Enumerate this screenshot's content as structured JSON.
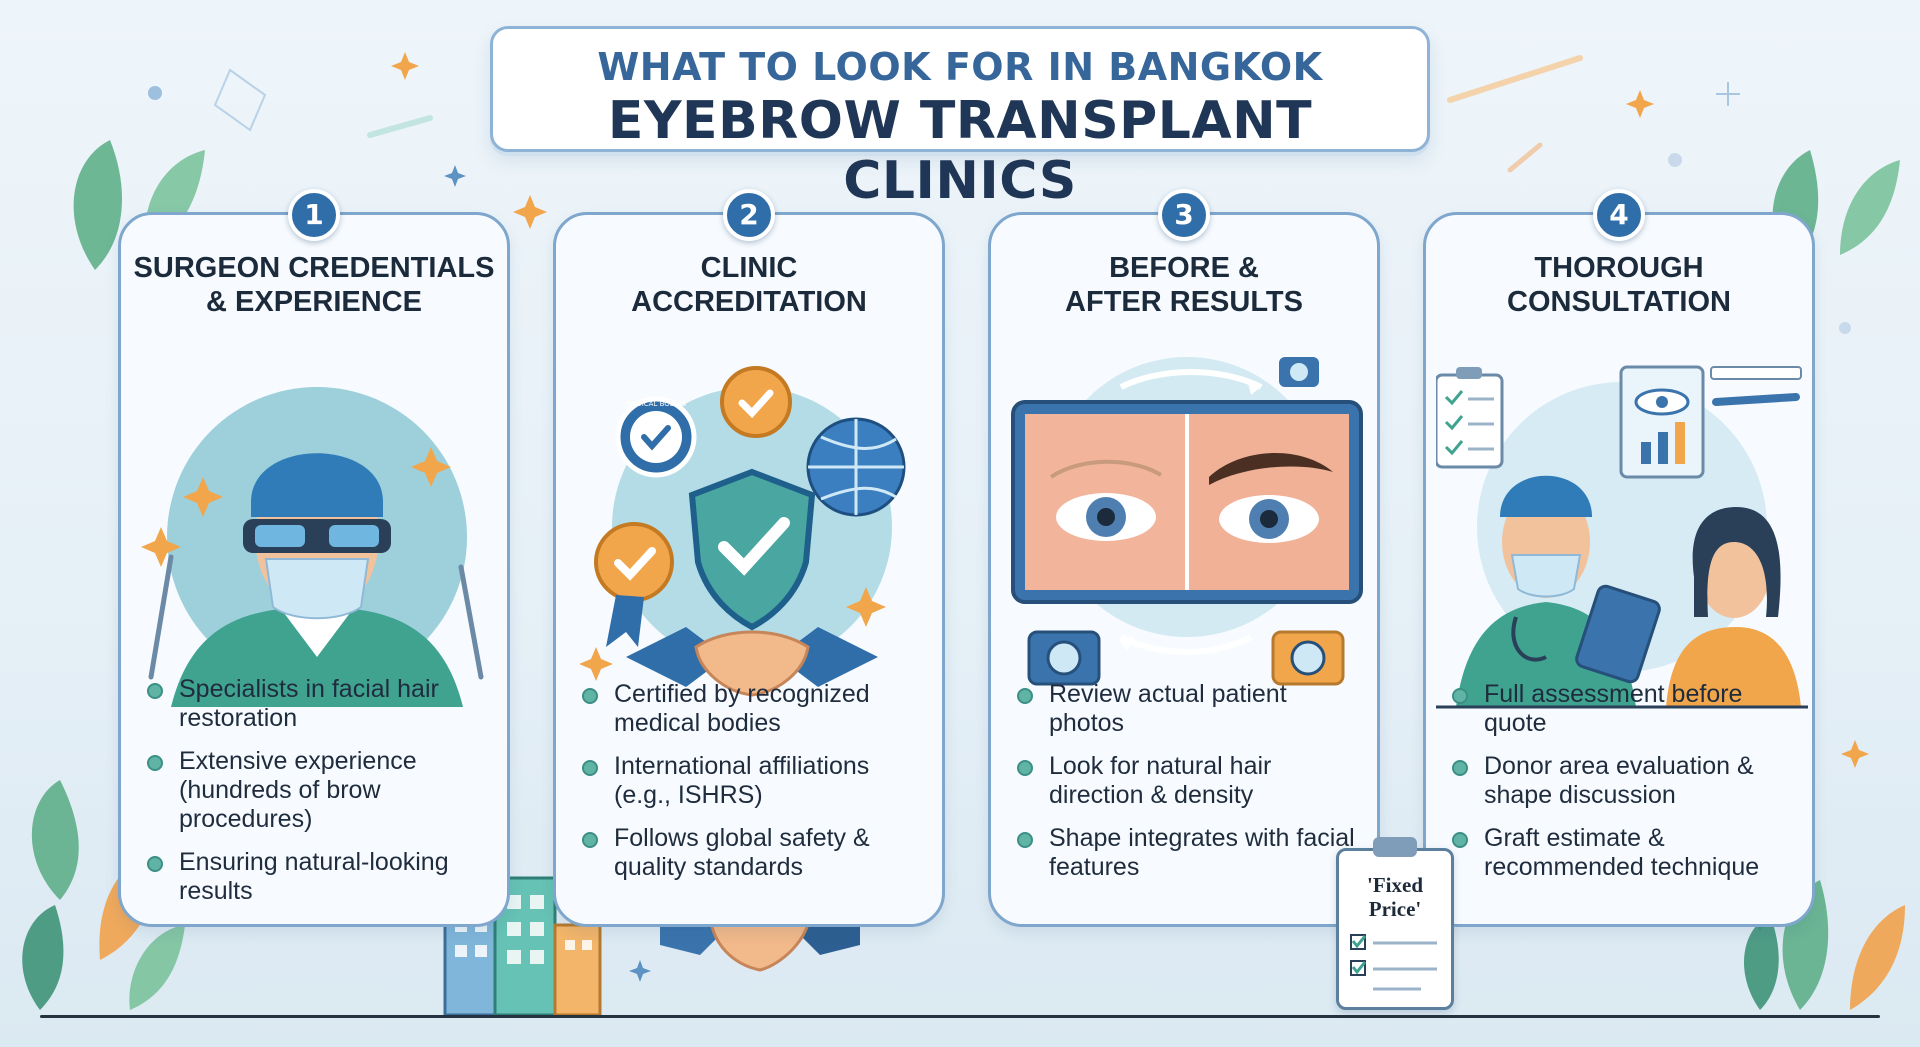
{
  "title": {
    "line1": "WHAT TO LOOK FOR IN BANGKOK",
    "line2": "EYEBROW TRANSPLANT CLINICS"
  },
  "colors": {
    "accent": "#2f6ea8",
    "card_border": "#7fa6cc",
    "bullet": "#5fb4a6",
    "title_dark": "#1f3656",
    "title_light": "#37679a"
  },
  "cards": [
    {
      "number": "1",
      "title_lines": [
        "SURGEON CREDENTIALS",
        "& EXPERIENCE"
      ],
      "icon": "surgeon-icon",
      "bullets": [
        "Specialists in facial hair restoration",
        "Extensive experience (hundreds of brow procedures)",
        "Ensuring natural-looking results"
      ]
    },
    {
      "number": "2",
      "title_lines": [
        "CLINIC",
        "ACCREDITATION"
      ],
      "icon": "shield-check-icon",
      "seal_text": "MEDICAL BODIES",
      "bullets": [
        "Certified by recognized medical bodies",
        "International affiliations (e.g., ISHRS)",
        "Follows global safety & quality standards"
      ]
    },
    {
      "number": "3",
      "title_lines": [
        "BEFORE &",
        "AFTER RESULTS"
      ],
      "icon": "camera-icon",
      "bullets": [
        "Review actual patient photos",
        "Look for natural hair direction & density",
        "Shape integrates with facial features"
      ]
    },
    {
      "number": "4",
      "title_lines": [
        "THOROUGH",
        "CONSULTATION"
      ],
      "icon": "clipboard-icon",
      "bullets": [
        "Full assessment before quote",
        "Donor area evaluation & shape discussion",
        "Graft estimate & recommended technique"
      ]
    }
  ],
  "clipboard_note": {
    "line1": "'Fixed",
    "line2": "Price'"
  }
}
